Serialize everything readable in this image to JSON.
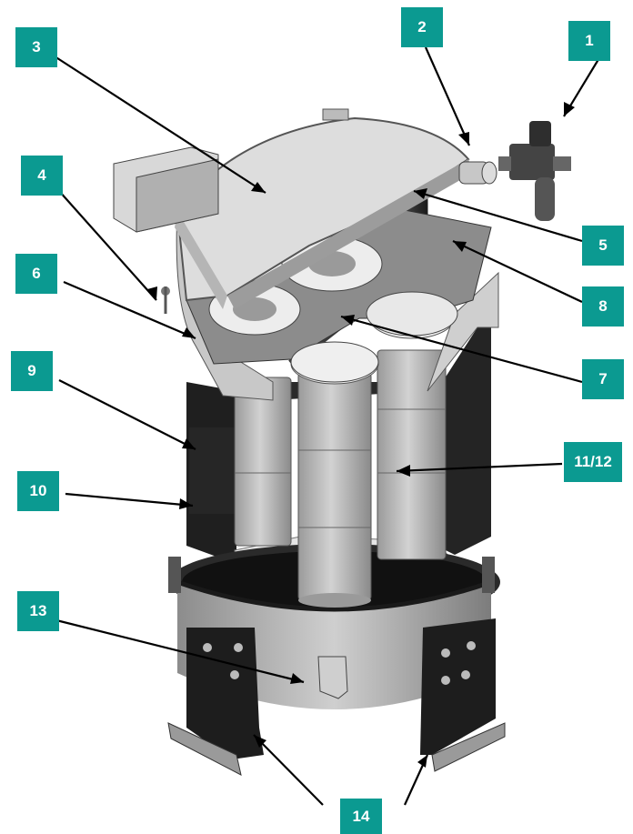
{
  "colors": {
    "callout_bg": "#0b9a91",
    "callout_text": "#ffffff",
    "leader": "#000000",
    "body_dark": "#2e2e2e",
    "housing_light": "#dcdcdc",
    "cartridge": "#b9b9b9"
  },
  "callouts": [
    {
      "id": "c1",
      "label": "1"
    },
    {
      "id": "c2",
      "label": "2"
    },
    {
      "id": "c3",
      "label": "3"
    },
    {
      "id": "c4",
      "label": "4"
    },
    {
      "id": "c5",
      "label": "5"
    },
    {
      "id": "c6",
      "label": "6"
    },
    {
      "id": "c7",
      "label": "7"
    },
    {
      "id": "c8",
      "label": "8"
    },
    {
      "id": "c9",
      "label": "9"
    },
    {
      "id": "c10",
      "label": "10"
    },
    {
      "id": "c11",
      "label": "11/12"
    },
    {
      "id": "c13",
      "label": "13"
    },
    {
      "id": "c14",
      "label": "14"
    }
  ]
}
